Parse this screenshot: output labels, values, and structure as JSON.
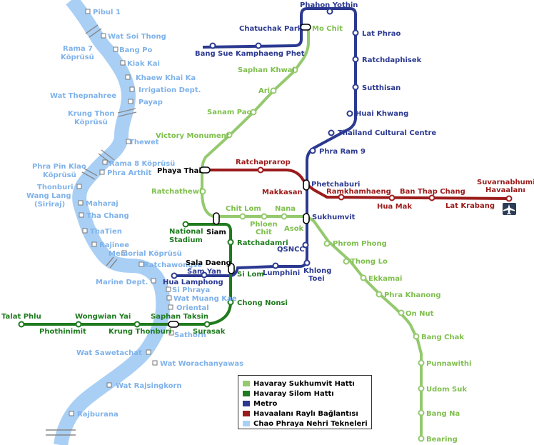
{
  "colors": {
    "sukhumvit": "#94c96e",
    "silom": "#1e7b1e",
    "metro": "#2b3990",
    "airport": "#9b1b1b",
    "river": "#a9cff5"
  },
  "icons": {
    "airport": "airplane-icon"
  },
  "stations": {
    "pibul_1": "Pibul 1",
    "wat_soi_thong": "Wat Soi Thong",
    "rama7_line1": "Rama 7",
    "rama7_line2": "Köprüsü",
    "bang_po": "Bang Po",
    "kiak_kai": "Kiak Kai",
    "khaew_khai_ka": "Khaew Khai Ka",
    "irrigation_dept": "Irrigation Dept.",
    "wat_thepnahree": "Wat Thepnahree",
    "payap": "Payap",
    "krung_thon_line1": "Krung Thon",
    "krung_thon_line2": "Köprüsü",
    "thewet": "Thewet",
    "rama8_kopru": "Rama 8 Köprüsü",
    "phra_pin_klao_line1": "Phra Pin Klao",
    "phra_pin_klao_line2": "Köprüsü",
    "phra_arthit": "Phra Arthit",
    "thonburi_line1": "Thonburi",
    "thonburi_line2": "Wang Lang",
    "thonburi_line3": "(Siriraj)",
    "maharaj": "Maharaj",
    "tha_chang": "Tha Chang",
    "thatien": "ThaTien",
    "rajinee": "Rajinee",
    "memorial_kopru": "Memorial Köprüsü",
    "ratchawongse": "Ratchawongse",
    "marine_dept": "Marine Dept.",
    "si_phraya": "Si Phraya",
    "wat_muang_kae": "Wat Muang Kae",
    "oriental": "Oriental",
    "sathorn": "Sathorn",
    "wat_sawetachat": "Wat Sawetachat",
    "wat_worachanyawas": "Wat Worachanyawas",
    "wat_rajsingkorn": "Wat Rajsingkorn",
    "rajburana": "Rajburana",
    "phahon_yothin": "Phahon Yothin",
    "chatuchak_park": "Chatuchak Park",
    "mo_chit": "Mo Chit",
    "bang_sue": "Bang Sue",
    "kamphaeng_phet": "Kamphaeng Phet",
    "lat_phrao": "Lat Phrao",
    "saphan_khwai": "Saphan Khwai",
    "ratchadaphisek": "Ratchdaphisek",
    "ari": "Ari",
    "sutthisan": "Sutthisan",
    "sanam_pao": "Sanam Pao",
    "huai_khwang": "Huai Khwang",
    "victory_monument": "Victory Monument",
    "thailand_cultural_centre": "Thailand Cultural Centre",
    "phra_ram_9": "Phra Ram 9",
    "ratchaprarop": "Ratchaprarop",
    "phaya_thai": "Phaya Thai",
    "phetchaburi": "Phetchaburi",
    "makkasan": "Makkasan",
    "ramkhamhaeng": "Ramkhamhaeng",
    "ban_thap_chang": "Ban Thap Chang",
    "suvarnabhumi_line1": "Suvarnabhumi",
    "suvarnabhumi_line2": "Havaalanı",
    "hua_mak": "Hua Mak",
    "lat_krabang": "Lat Krabang",
    "ratchathewi": "Ratchathewi",
    "chit_lom": "Chit Lom",
    "nana": "Nana",
    "sukhumvit": "Sukhumvit",
    "national_stadium_line1": "National",
    "national_stadium_line2": "Stadium",
    "siam": "Siam",
    "phloen_chit_line1": "Phloen",
    "phloen_chit_line2": "Chit",
    "asok": "Asok",
    "phrom_phong": "Phrom Phong",
    "ratchadamri": "Ratchadamri",
    "qsncc": "QSNCC",
    "thong_lo": "Thong Lo",
    "sala_daeng": "Sala Daeng",
    "sam_yan": "Sam Yan",
    "si_lom": "Si Lom",
    "lumphini": "Lumphini",
    "khlong_toei_line1": "Khlong",
    "khlong_toei_line2": "Toei",
    "ekkamai": "Ekkamai",
    "hua_lamphong": "Hua Lamphong",
    "phra_khanong": "Phra Khanong",
    "chong_nonsi": "Chong Nonsi",
    "on_nut": "On Nut",
    "talat_phlu": "Talat Phlu",
    "wongwian_yai": "Wongwian Yai",
    "saphan_taksin": "Saphan Taksin",
    "phothinimit": "Phothinimit",
    "krung_thonburi": "Krung Thonburi",
    "surasak": "Surasak",
    "bang_chak": "Bang Chak",
    "punnawithi": "Punnawithi",
    "udom_suk": "Udom Suk",
    "bang_na": "Bang Na",
    "bearing": "Bearing"
  },
  "legend": {
    "items": [
      {
        "label": "Havaray Sukhumvit Hattı",
        "color": "#94c96e"
      },
      {
        "label": "Havaray Silom Hattı",
        "color": "#1e7b1e"
      },
      {
        "label": "Metro",
        "color": "#2b3990"
      },
      {
        "label": "Havaalanı Raylı Bağlantısı",
        "color": "#9b1b1b"
      },
      {
        "label": "Chao Phraya Nehri Tekneleri",
        "color": "#a9cff5"
      }
    ]
  }
}
